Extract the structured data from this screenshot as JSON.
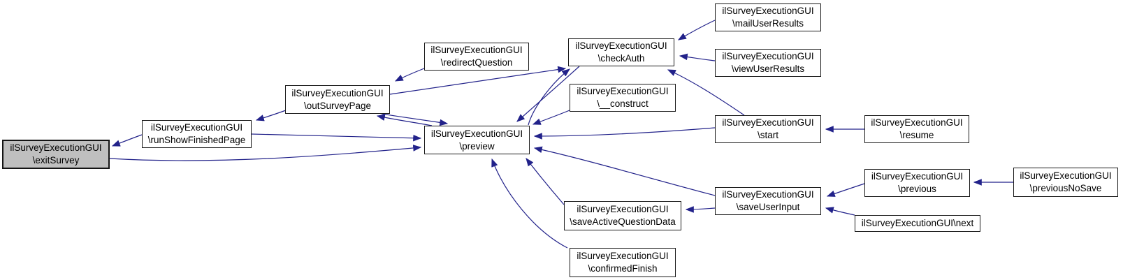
{
  "diagram": {
    "type": "call-graph",
    "colors": {
      "background": "#ffffff",
      "arrow": "#22228a",
      "node_border": "#1a1a1a",
      "node_fill": "#ffffff",
      "root_node_fill": "#bfbfbf",
      "text": "#000000"
    },
    "nodes": [
      {
        "id": "exitSurvey",
        "line1": "ilSurveyExecutionGUI",
        "line2": "\\exitSurvey",
        "root": true
      },
      {
        "id": "runShowFinishedPage",
        "line1": "ilSurveyExecutionGUI",
        "line2": "\\runShowFinishedPage"
      },
      {
        "id": "outSurveyPage",
        "line1": "ilSurveyExecutionGUI",
        "line2": "\\outSurveyPage"
      },
      {
        "id": "redirectQuestion",
        "line1": "ilSurveyExecutionGUI",
        "line2": "\\redirectQuestion"
      },
      {
        "id": "checkAuth",
        "line1": "ilSurveyExecutionGUI",
        "line2": "\\checkAuth"
      },
      {
        "id": "mailUserResults",
        "line1": "ilSurveyExecutionGUI",
        "line2": "\\mailUserResults"
      },
      {
        "id": "viewUserResults",
        "line1": "ilSurveyExecutionGUI",
        "line2": "\\viewUserResults"
      },
      {
        "id": "__construct",
        "line1": "ilSurveyExecutionGUI",
        "line2": "\\__construct"
      },
      {
        "id": "preview",
        "line1": "ilSurveyExecutionGUI",
        "line2": "\\preview"
      },
      {
        "id": "start",
        "line1": "ilSurveyExecutionGUI",
        "line2": "\\start"
      },
      {
        "id": "resume",
        "line1": "ilSurveyExecutionGUI",
        "line2": "\\resume"
      },
      {
        "id": "saveUserInput",
        "line1": "ilSurveyExecutionGUI",
        "line2": "\\saveUserInput"
      },
      {
        "id": "previous",
        "line1": "ilSurveyExecutionGUI",
        "line2": "\\previous"
      },
      {
        "id": "previousNoSave",
        "line1": "ilSurveyExecutionGUI",
        "line2": "\\previousNoSave"
      },
      {
        "id": "next",
        "line1": "ilSurveyExecutionGUI\\next"
      },
      {
        "id": "saveActiveQuestionData",
        "line1": "ilSurveyExecutionGUI",
        "line2": "\\saveActiveQuestionData"
      },
      {
        "id": "confirmedFinish",
        "line1": "ilSurveyExecutionGUI",
        "line2": "\\confirmedFinish"
      }
    ],
    "edges": [
      {
        "from": "runShowFinishedPage",
        "to": "exitSurvey"
      },
      {
        "from": "exitSurvey",
        "to": "preview"
      },
      {
        "from": "runShowFinishedPage",
        "to": "preview"
      },
      {
        "from": "outSurveyPage",
        "to": "runShowFinishedPage"
      },
      {
        "from": "redirectQuestion",
        "to": "outSurveyPage"
      },
      {
        "from": "outSurveyPage",
        "to": "checkAuth"
      },
      {
        "from": "preview",
        "to": "checkAuth"
      },
      {
        "from": "checkAuth",
        "to": "preview"
      },
      {
        "from": "__construct",
        "to": "preview"
      },
      {
        "from": "outSurveyPage",
        "to": "preview"
      },
      {
        "from": "preview",
        "to": "outSurveyPage"
      },
      {
        "from": "mailUserResults",
        "to": "checkAuth"
      },
      {
        "from": "viewUserResults",
        "to": "checkAuth"
      },
      {
        "from": "start",
        "to": "checkAuth"
      },
      {
        "from": "resume",
        "to": "start"
      },
      {
        "from": "start",
        "to": "preview"
      },
      {
        "from": "saveUserInput",
        "to": "preview"
      },
      {
        "from": "saveUserInput",
        "to": "saveActiveQuestionData"
      },
      {
        "from": "saveActiveQuestionData",
        "to": "preview"
      },
      {
        "from": "confirmedFinish",
        "to": "preview"
      },
      {
        "from": "previous",
        "to": "saveUserInput"
      },
      {
        "from": "next",
        "to": "saveUserInput"
      },
      {
        "from": "previousNoSave",
        "to": "previous"
      }
    ]
  }
}
